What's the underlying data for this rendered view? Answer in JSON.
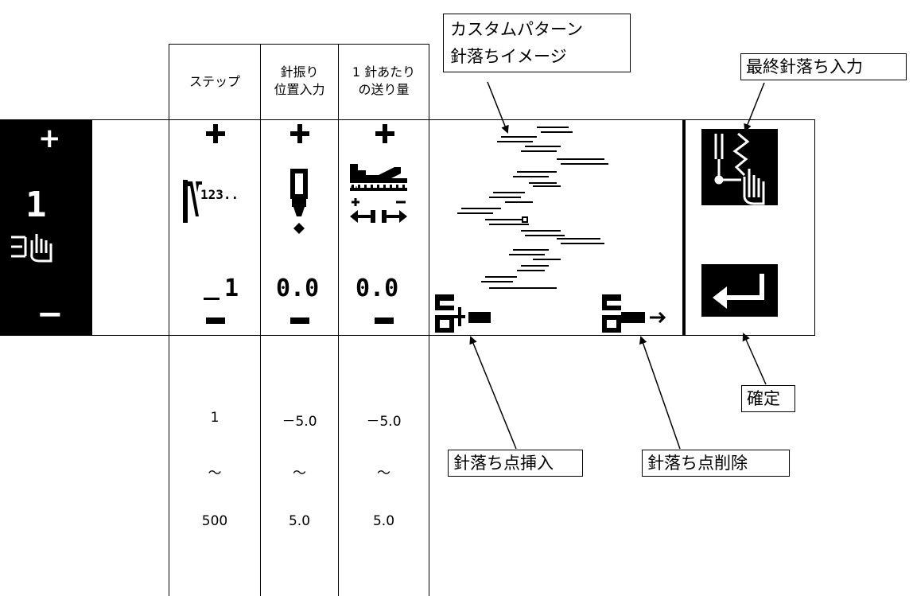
{
  "columns": [
    {
      "header": "ステップ",
      "value": "1",
      "range": {
        "min": "1",
        "sep": "～",
        "max": "500"
      }
    },
    {
      "header": "針振り\n位置入力",
      "value": "0.0",
      "range": {
        "min": "－5.0",
        "sep": "～",
        "max": "5.0"
      }
    },
    {
      "header": "1 針あたり\nの送り量",
      "value": "0.0",
      "range": {
        "min": "－5.0",
        "sep": "～",
        "max": "5.0"
      }
    }
  ],
  "left_panel": {
    "plus": "+",
    "value": "1",
    "minus": "−"
  },
  "callouts": {
    "custom_pattern": "カスタムパターン\n針落ちイメージ",
    "final_needle": "最終針落ち入力",
    "confirm": "確定",
    "insert_point": "針落ち点挿入",
    "delete_point": "針落ち点削除"
  },
  "icons": [
    "step-icon",
    "needle-position-icon",
    "feed-amount-icon",
    "insert-point-icon",
    "delete-point-icon",
    "final-needle-input-icon",
    "enter-icon"
  ]
}
